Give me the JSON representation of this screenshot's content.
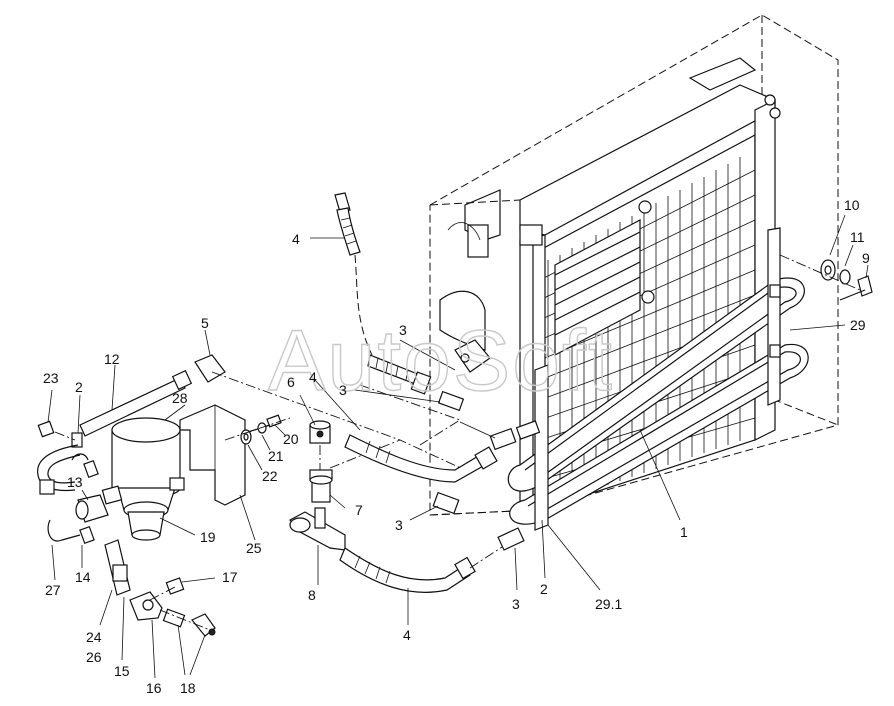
{
  "watermark": "AutoSoft",
  "callouts": {
    "c1": "1",
    "c2a": "2",
    "c2b": "2",
    "c3a": "3",
    "c3b": "3",
    "c3c": "3",
    "c3d": "3",
    "c4a": "4",
    "c4b": "4",
    "c4c": "4",
    "c5": "5",
    "c6": "6",
    "c7": "7",
    "c8": "8",
    "c9": "9",
    "c10": "10",
    "c11": "11",
    "c12": "12",
    "c13": "13",
    "c14": "14",
    "c15": "15",
    "c16": "16",
    "c17": "17",
    "c18": "18",
    "c19": "19",
    "c20": "20",
    "c21": "21",
    "c22": "22",
    "c23": "23",
    "c24": "24",
    "c25": "25",
    "c26": "26",
    "c27": "27",
    "c28": "28",
    "c29": "29",
    "c291": "29.1"
  }
}
